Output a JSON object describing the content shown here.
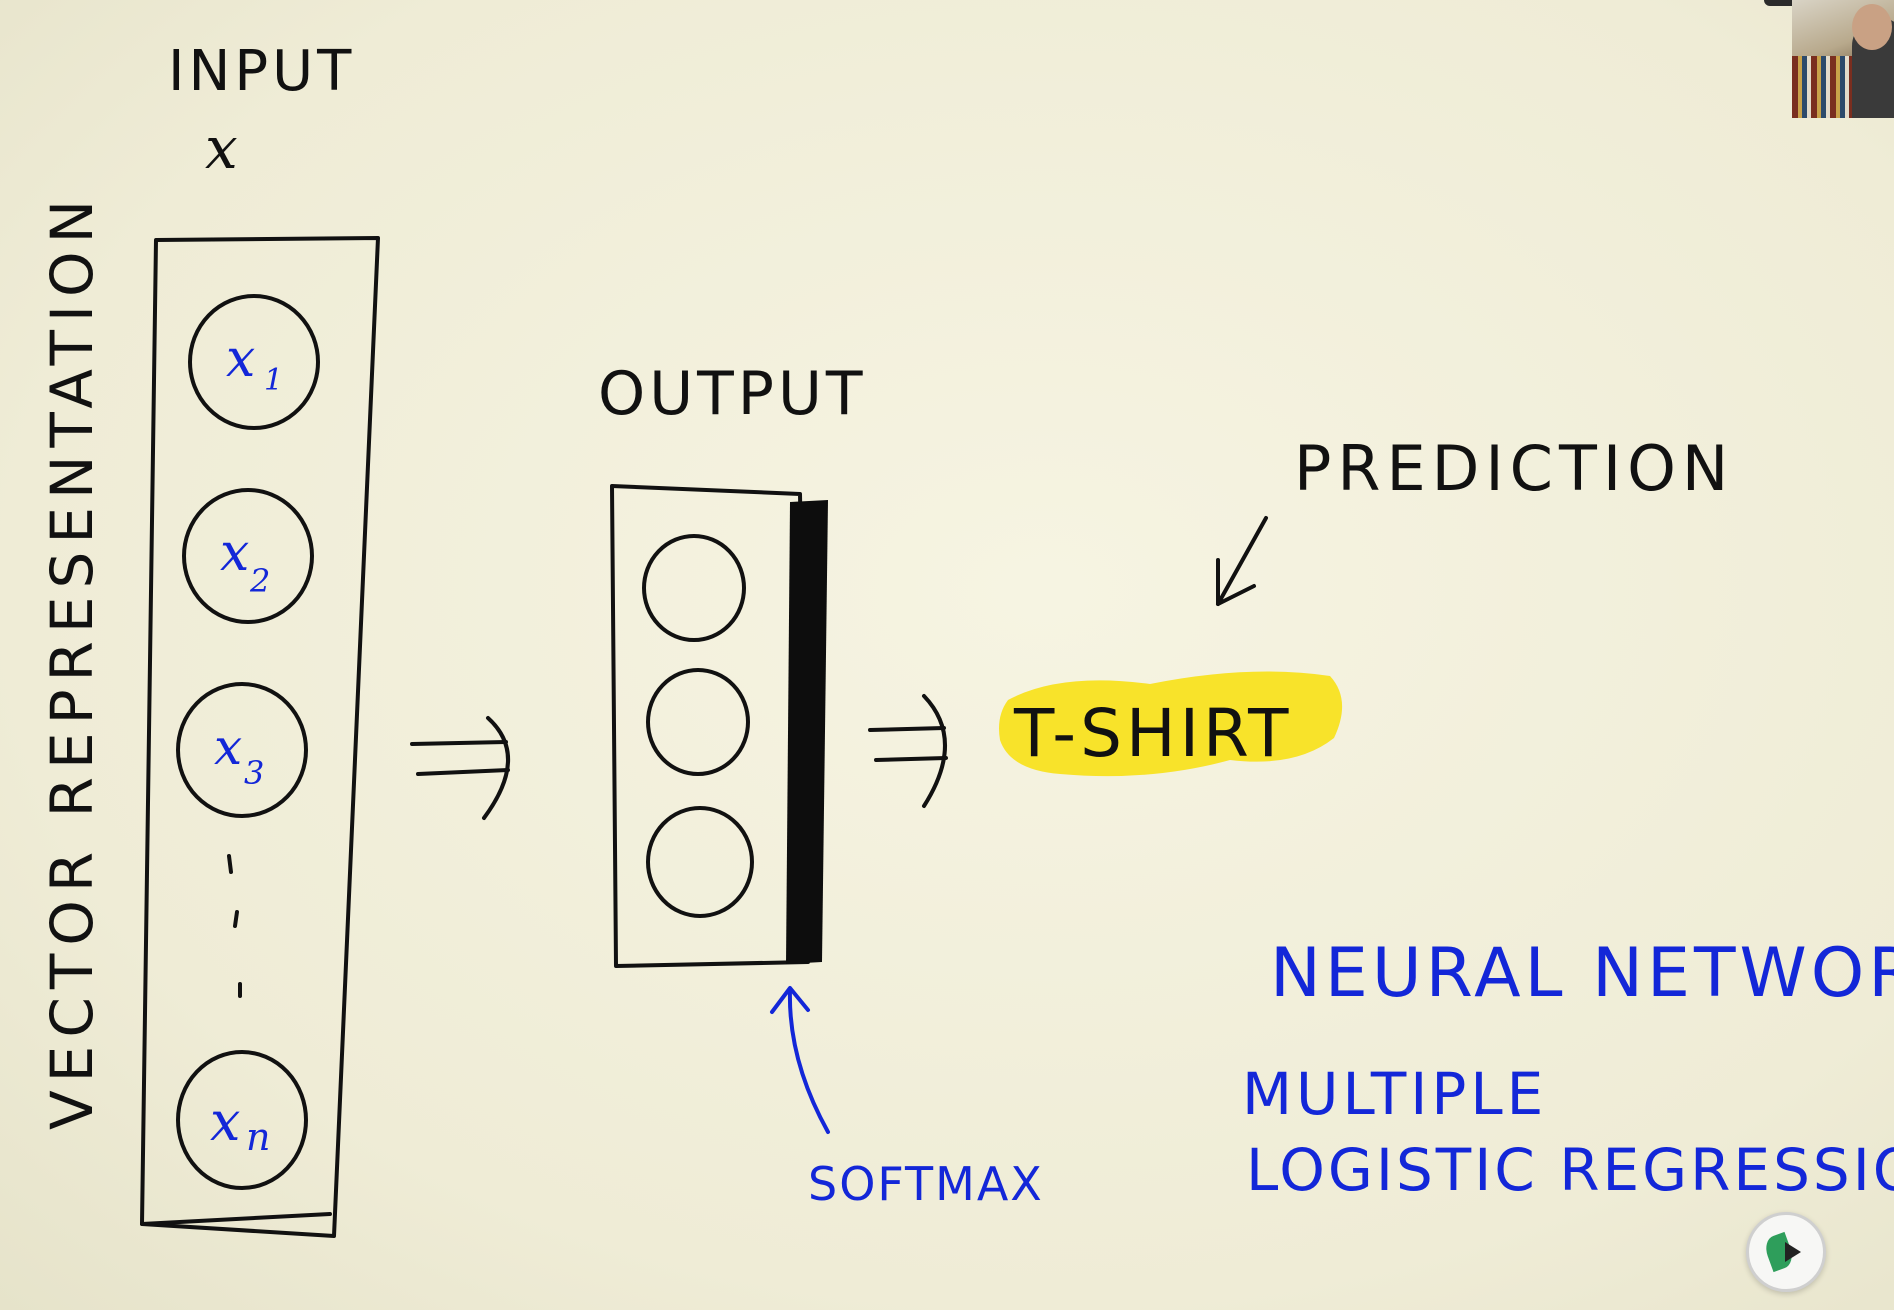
{
  "labels": {
    "input_title": "INPUT",
    "input_symbol": "x",
    "vector_label": "VECTOR REPRESENTATION",
    "output_title": "OUTPUT",
    "prediction_label": "PREDICTION",
    "prediction_value": "T-SHIRT",
    "softmax_label": "SOFTMAX",
    "nn_line1": "NEURAL NETWORK=",
    "nn_line2": "MULTIPLE",
    "nn_line3": "LOGISTIC REGRESSIONS"
  },
  "input_nodes": {
    "node_1": {
      "base": "x",
      "sub": "1"
    },
    "node_2": {
      "base": "x",
      "sub": "2"
    },
    "node_3": {
      "base": "x",
      "sub": "3"
    },
    "node_n": {
      "base": "x",
      "sub": "n"
    }
  },
  "output_nodes_count": 3,
  "colors": {
    "board": "#f3f1dc",
    "ink_black": "#111111",
    "ink_blue": "#1327d8",
    "highlight": "#f5e21a"
  },
  "icons": {
    "prediction_arrow": "arrow-down-left-icon",
    "softmax_arrow": "arrow-up-icon",
    "flow_arrow": "double-arrow-right-icon",
    "overlay_badge": "play-badge-icon"
  }
}
